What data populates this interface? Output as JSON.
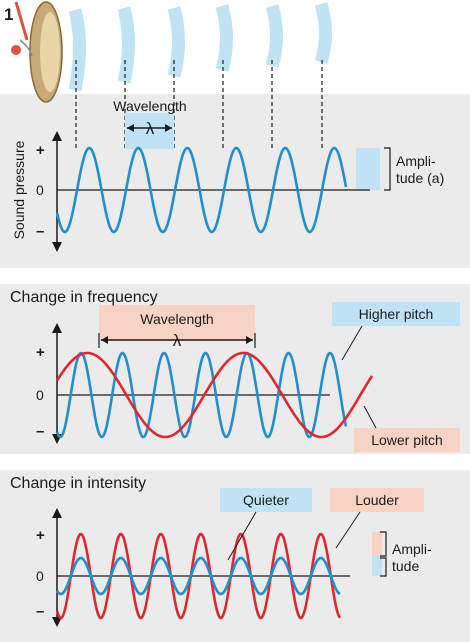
{
  "figure_number": "1",
  "panel1": {
    "wavelength_label": "Wavelength",
    "lambda": "λ",
    "y_axis_label": "Sound pressure",
    "plus": "+",
    "zero": "0",
    "minus": "–",
    "amplitude_line1": "Ampli-",
    "amplitude_line2": "tude (a)"
  },
  "panel2": {
    "title": "Change in frequency",
    "wavelength_label": "Wavelength",
    "lambda": "λ",
    "plus": "+",
    "zero": "0",
    "minus": "–",
    "higher_pitch": "Higher pitch",
    "lower_pitch": "Lower pitch"
  },
  "panel3": {
    "title": "Change in intensity",
    "quieter": "Quieter",
    "louder": "Louder",
    "plus": "+",
    "zero": "0",
    "minus": "–",
    "amplitude_line1": "Ampli-",
    "amplitude_line2": "tude"
  },
  "colors": {
    "blue_wave": "#1f8fd0",
    "red_wave": "#e0282e",
    "light_blue": "#bfe3f5",
    "light_red": "#f8d3c4",
    "panel_gray": "#ebebeb"
  }
}
